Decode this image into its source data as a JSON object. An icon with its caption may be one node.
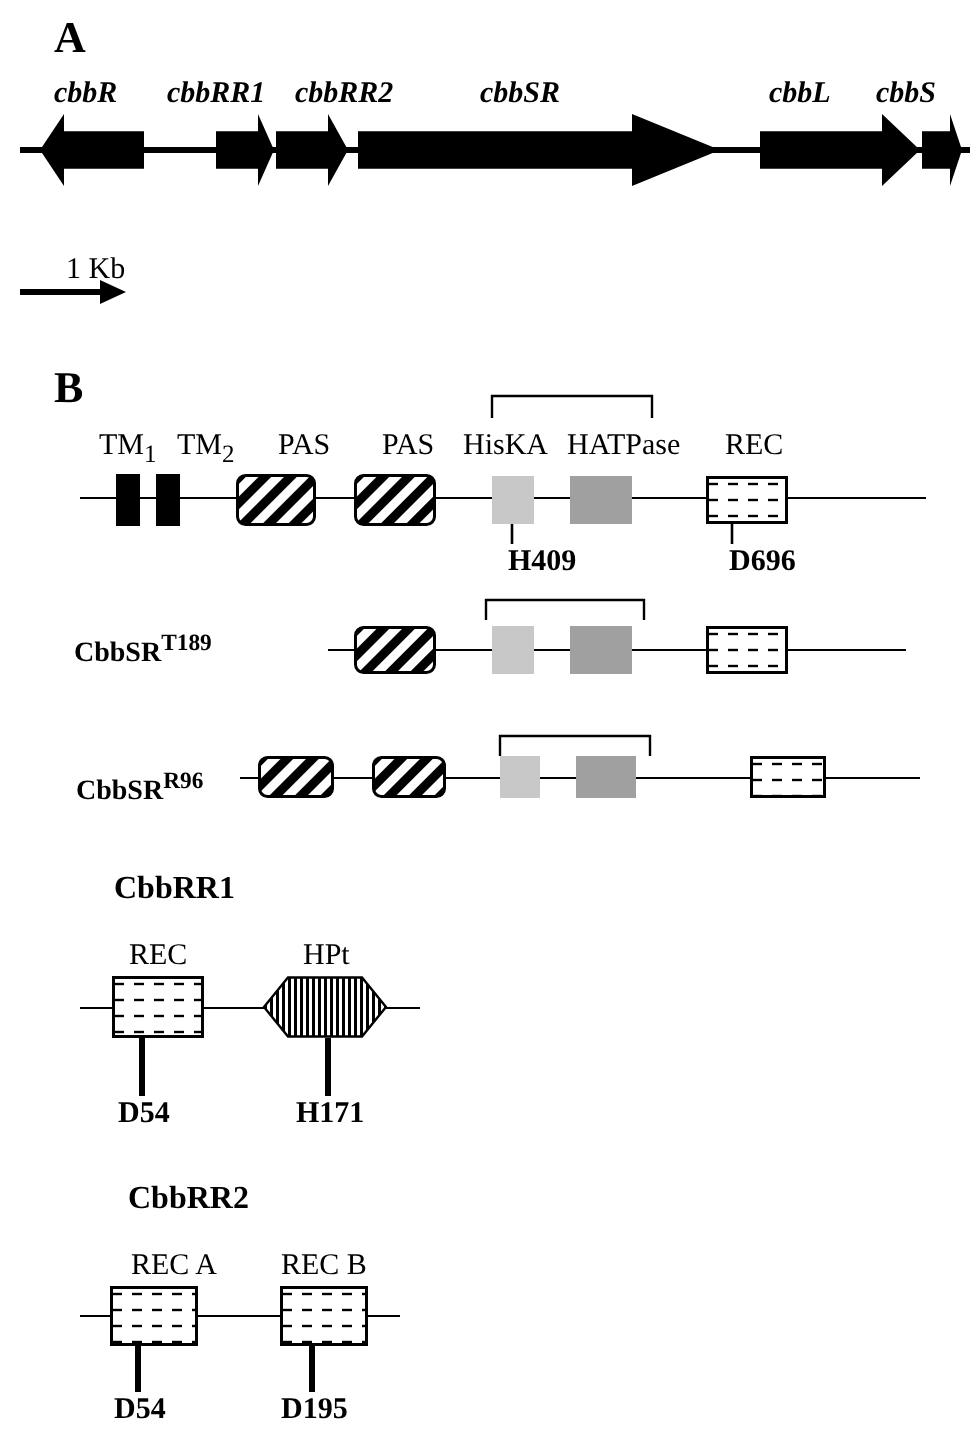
{
  "diagram": {
    "nodes": [
      {
        "text": [
          "cbbR"
        ]
      },
      {
        "text": [
          "cbbRR1"
        ]
      },
      {
        "text": [
          "cbbRR2"
        ]
      },
      {
        "text": [
          "cbbSR"
        ]
      },
      {
        "text": [
          "cbbL"
        ]
      },
      {
        "text": [
          "cbbS"
        ]
      },
      {
        "text": [
          "TM$_{1}$"
        ]
      },
      {
        "text": [
          "TM$_{2}$"
        ]
      },
      {
        "text": [
          "PAS"
        ]
      },
      {
        "text": [
          "PAS"
        ]
      },
      {
        "text": [
          "HisKA"
        ]
      },
      {
        "text": [
          "HATPase"
        ]
      },
      {
        "text": [
          "REC"
        ]
      },
      {
        "text": [
          "H409"
        ]
      },
      {
        "text": [
          "D696"
        ]
      },
      {
        "text": [],
        "shape": "box"
      },
      {
        "text": [],
        "shape": "box"
      },
      {
        "text": [],
        "shape": "box"
      },
      {
        "text": [],
        "shape": "box"
      },
      {
        "text": [],
        "shape": "box"
      },
      {
        "text": [],
        "shape": "box"
      },
      {
        "text": [],
        "shape": "box"
      },
      {
        "text": [],
        "shape": "box"
      },
      {
        "text": [],
        "shape": "box"
      },
      {
        "text": [
          "REC"
        ]
      },
      {
        "text": [
          "HPt"
        ]
      },
      {
        "text": [
          "D54"
        ]
      },
      {
        "text": [
          "H171"
        ]
      },
      {
        "text": [
          "REC A"
        ]
      },
      {
        "text": [
          "REC B"
        ]
      },
      {
        "text": [
          "D54"
        ]
      },
      {
        "text": [
          "D195"
        ]
      }
    ],
    "edges": [
      {
        "from": 13,
        "to": 10,
        "arrow": "none"
      },
      {
        "from": 14,
        "to": 12,
        "arrow": "none"
      },
      {
        "from": 26,
        "to": 24,
        "arrow": "none"
      },
      {
        "from": 27,
        "to": 25,
        "arrow": "none"
      },
      {
        "from": 30,
        "to": 28,
        "arrow": "none"
      },
      {
        "from": 31,
        "to": 29,
        "arrow": "none"
      }
    ],
    "labels": [
      "A",
      "1 Kb",
      "B",
      "CbbSR$^{T189}$",
      "CbbSR$^{R96}$",
      "CbbRR1",
      "CbbRR2"
    ]
  }
}
